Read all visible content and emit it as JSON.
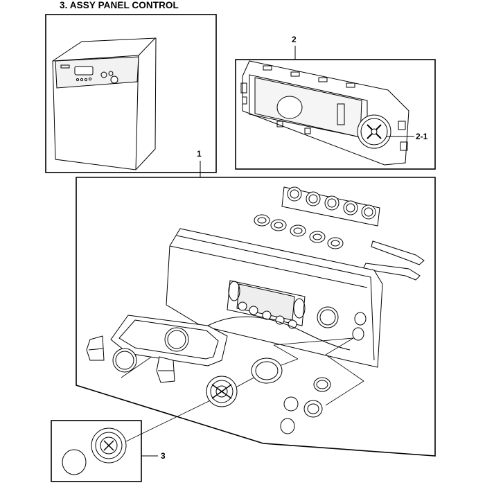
{
  "title": "3. ASSY PANEL CONTROL",
  "callouts": {
    "main_assembly": "1",
    "pcb_assembly": "2",
    "pcb_sub_part": "2-1",
    "knob_assembly": "3"
  },
  "colors": {
    "line": "#000000",
    "fill": "#ffffff",
    "shade": "#d9d9d9"
  }
}
